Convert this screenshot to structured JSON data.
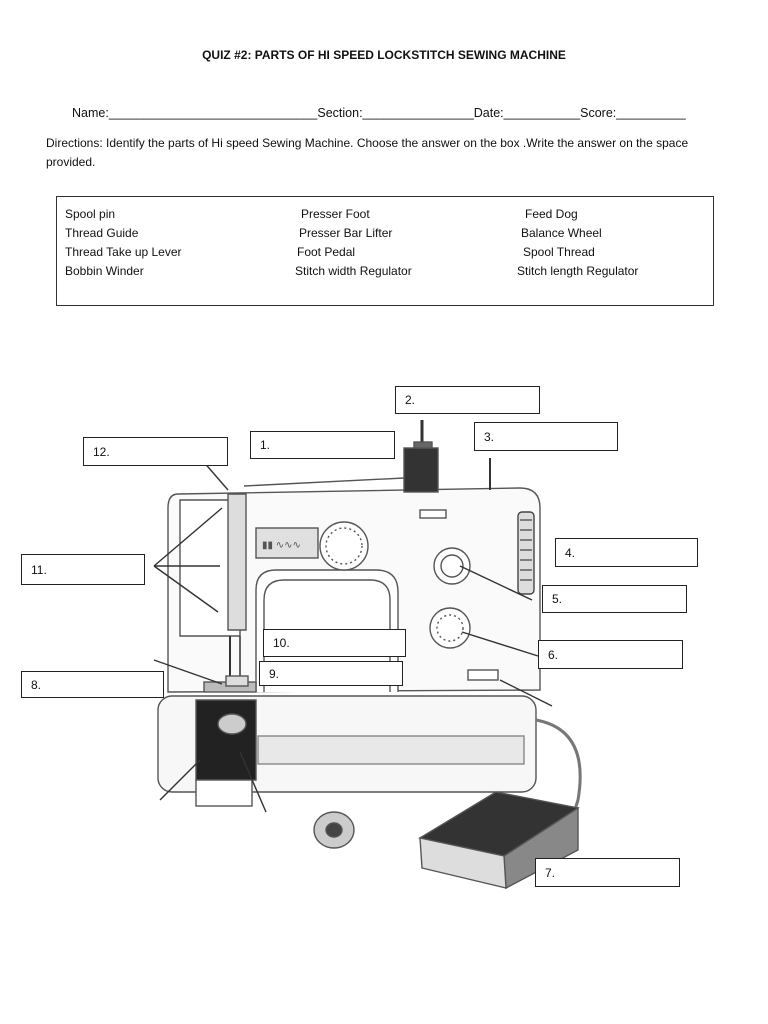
{
  "header": {
    "title": "QUIZ #2: PARTS OF HI SPEED LOCKSTITCH SEWING MACHINE",
    "fields_line": "Name:______________________________Section:________________Date:___________Score:__________",
    "directions": "Directions: Identify the parts of Hi speed Sewing Machine. Choose the answer on the box .Write the answer on the space provided."
  },
  "answer_box": {
    "col1": [
      "Spool pin",
      "Thread Guide",
      "Thread Take up Lever",
      "Bobbin Winder"
    ],
    "col2": [
      "Presser Foot",
      "Presser Bar Lifter",
      "Foot Pedal",
      "Stitch width Regulator"
    ],
    "col3": [
      "Feed Dog",
      "Balance Wheel",
      "Spool Thread",
      "Stitch length Regulator"
    ]
  },
  "labels": {
    "l1": "1.",
    "l2": "2.",
    "l3": "3.",
    "l4": "4.",
    "l5": "5.",
    "l6": "6.",
    "l7": "7.",
    "l8": "8.",
    "l9": "9.",
    "l10": "10.",
    "l11": "11.",
    "l12": "12."
  }
}
